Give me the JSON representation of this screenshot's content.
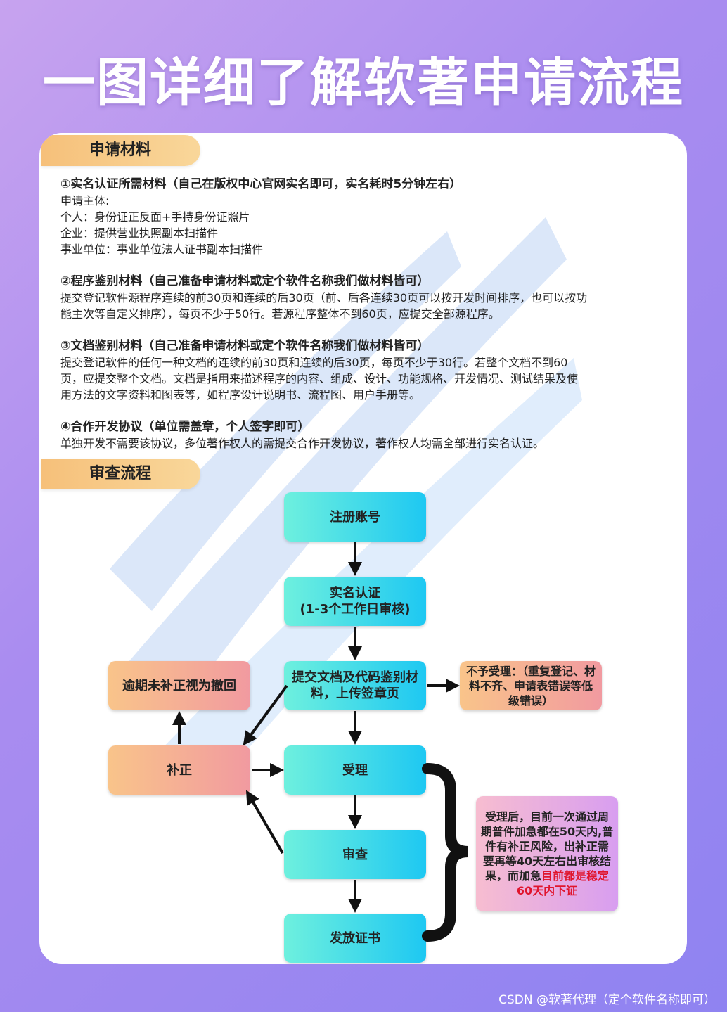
{
  "title": "一图详细了解软著申请流程",
  "sections": {
    "materials": {
      "heading": "申请材料",
      "items": [
        {
          "title": "①实名认证所需材料（自己在版权中心官网实名即可，实名耗时5分钟左右）",
          "lines": [
            "申请主体:",
            "个人：身份证正反面+手持身份证照片",
            "企业：提供营业执照副本扫描件",
            "事业单位：事业单位法人证书副本扫描件"
          ]
        },
        {
          "title": "②程序鉴别材料（自己准备申请材料或定个软件名称我们做材料皆可）",
          "lines": [
            "提交登记软件源程序连续的前30页和连续的后30页（前、后各连续30页可以按开发时间排序，也可以按功",
            "能主次等自定义排序），每页不少于50行。若源程序整体不到60页，应提交全部源程序。"
          ]
        },
        {
          "title": "③文档鉴别材料（自己准备申请材料或定个软件名称我们做材料皆可）",
          "lines": [
            "提交登记软件的任何一种文档的连续的前30页和连续的后30页，每页不少于30行。若整个文档不到60",
            "页，应提交整个文档。文档是指用来描述程序的内容、组成、设计、功能规格、开发情况、测试结果及使",
            "用方法的文字资料和图表等，如程序设计说明书、流程图、用户手册等。"
          ]
        },
        {
          "title": "④合作开发协议（单位需盖章，个人签字即可）",
          "lines": [
            "单独开发不需要该协议，多位著作权人的需提交合作开发协议，著作权人均需全部进行实名认证。"
          ]
        }
      ]
    },
    "process": {
      "heading": "审查流程",
      "nodes": {
        "register": "注册账号",
        "verify_line1": "实名认证",
        "verify_line2": "(1-3个工作日审核)",
        "submit": "提交文档及代码鉴别材料，上传签章页",
        "reject": "不予受理：（重复登记、材料不齐、申请表错误等低级错误）",
        "withdraw": "逾期未补正视为撤回",
        "correct": "补正",
        "accept": "受理",
        "review": "审查",
        "issue": "发放证书",
        "note_normal": "受理后，目前一次通过周期普件加急都在50天内,普件有补正风险，出补正需要再等40天左右出审核结果，而加急",
        "note_highlight": "目前都是稳定60天内下证"
      }
    }
  },
  "footer": "CSDN @软著代理（定个软件名称即可）",
  "colors": {
    "accent_red": "#e0152d"
  }
}
